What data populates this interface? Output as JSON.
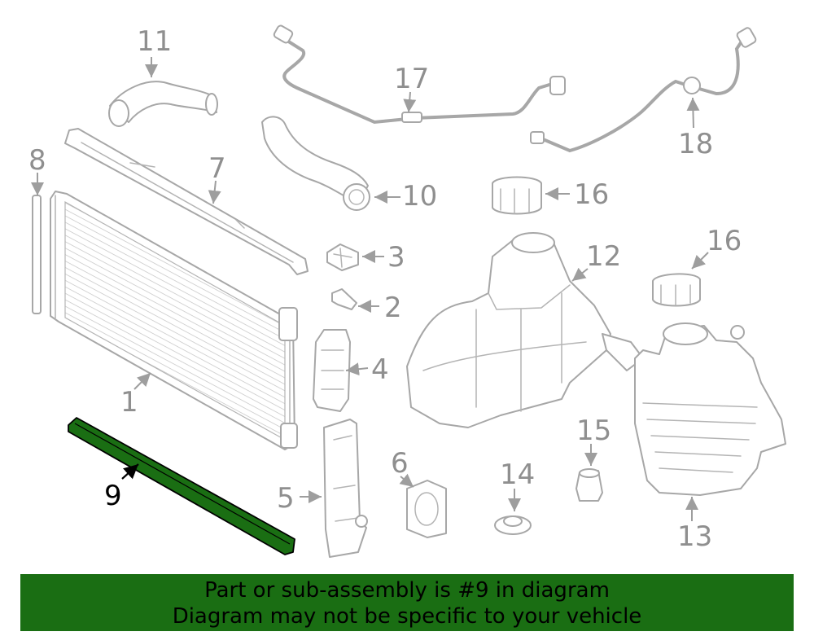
{
  "diagram": {
    "highlight_part": "9",
    "highlight_color": "#1a6e13",
    "callouts": {
      "c1": "1",
      "c2": "2",
      "c3": "3",
      "c4": "4",
      "c5": "5",
      "c6": "6",
      "c7": "7",
      "c8": "8",
      "c9": "9",
      "c10": "10",
      "c11": "11",
      "c12": "12",
      "c13": "13",
      "c14": "14",
      "c15": "15",
      "c16a": "16",
      "c16b": "16",
      "c17": "17",
      "c18": "18"
    }
  },
  "banner": {
    "line1": "Part or sub-assembly is #9 in diagram",
    "line2": "Diagram may not be specific to your vehicle",
    "background": "#1a6e13"
  }
}
